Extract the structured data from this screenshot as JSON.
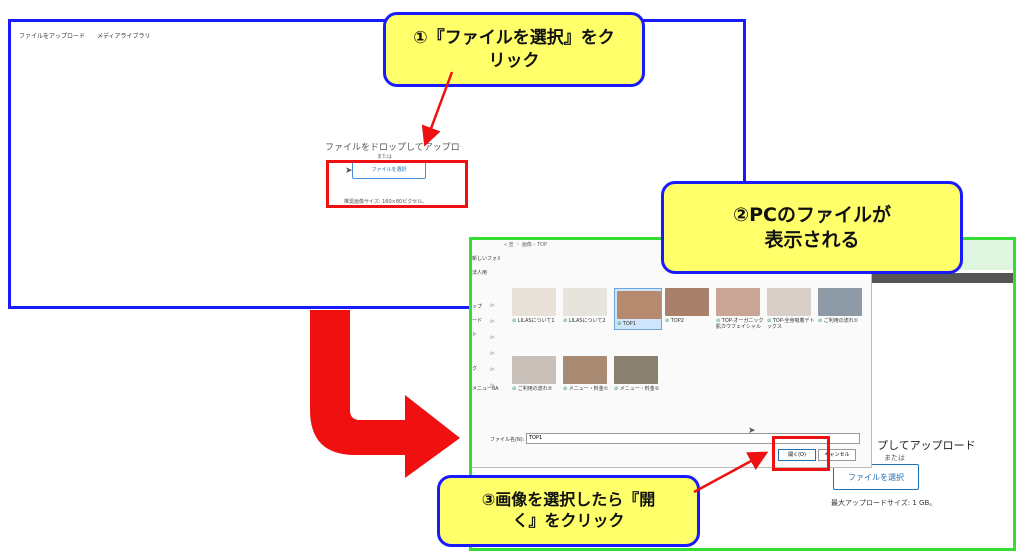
{
  "callouts": {
    "step1_line1": "①『ファイルを選択』をク",
    "step1_line2": "リック",
    "step2_line1": "②PCのファイルが",
    "step2_line2": "表示される",
    "step3_line1": "③画像を選択したら『開",
    "step3_line2": "く』をクリック"
  },
  "upload_screen": {
    "tabs": [
      "ファイルをアップロード",
      "メディアライブラリ"
    ],
    "drop_title": "ファイルをドロップしてアップロード",
    "or": "または",
    "select_button": "ファイルを選択",
    "max_size": "推奨画像サイズ: 160×80ピクセル。"
  },
  "file_dialog": {
    "path": "« 宣 ・ 画像 › TOP",
    "sidebar": [
      "新しいフォルダー",
      "法人用",
      "ップ",
      "ード",
      "ト",
      "ク",
      "メニュー8A"
    ],
    "thumbnails": [
      {
        "label": "LILASについて1",
        "color": "#e8e1d8"
      },
      {
        "label": "LILASについて2",
        "color": "#e6e4dc"
      },
      {
        "label": "TOP1",
        "color": "#b58a6e",
        "selected": true
      },
      {
        "label": "TOP2",
        "color": "#a9816b"
      },
      {
        "label": "TOP-オーガニック肌カウフェイシャル",
        "color": "#c9a595"
      },
      {
        "label": "TOP-全身吸着デトックス",
        "color": "#d8cfc8"
      },
      {
        "label": "ご利用の流れ①",
        "color": "#8e9aa6"
      },
      {
        "label": "ご利用の流れ②",
        "color": "#c8c0b8"
      },
      {
        "label": "メニュー・料金①",
        "color": "#a88a72"
      },
      {
        "label": "メニュー・料金②",
        "color": "#8a8070"
      }
    ],
    "filename_label": "ファイル名(N):",
    "filename_value": "TOP1",
    "open_button": "開く(O)",
    "cancel_button": "キャンセル"
  },
  "background_screen": {
    "drop_title": "プしてアップロード",
    "or": "または",
    "select_button": "ファイルを選択",
    "max_size": "最大アップロードサイズ: 1 GB。"
  },
  "colors": {
    "panel1_border": "#1a1aff",
    "panel2_border": "#33dd33",
    "highlight": "#ee1111",
    "callout_bg": "#ffff6a"
  }
}
